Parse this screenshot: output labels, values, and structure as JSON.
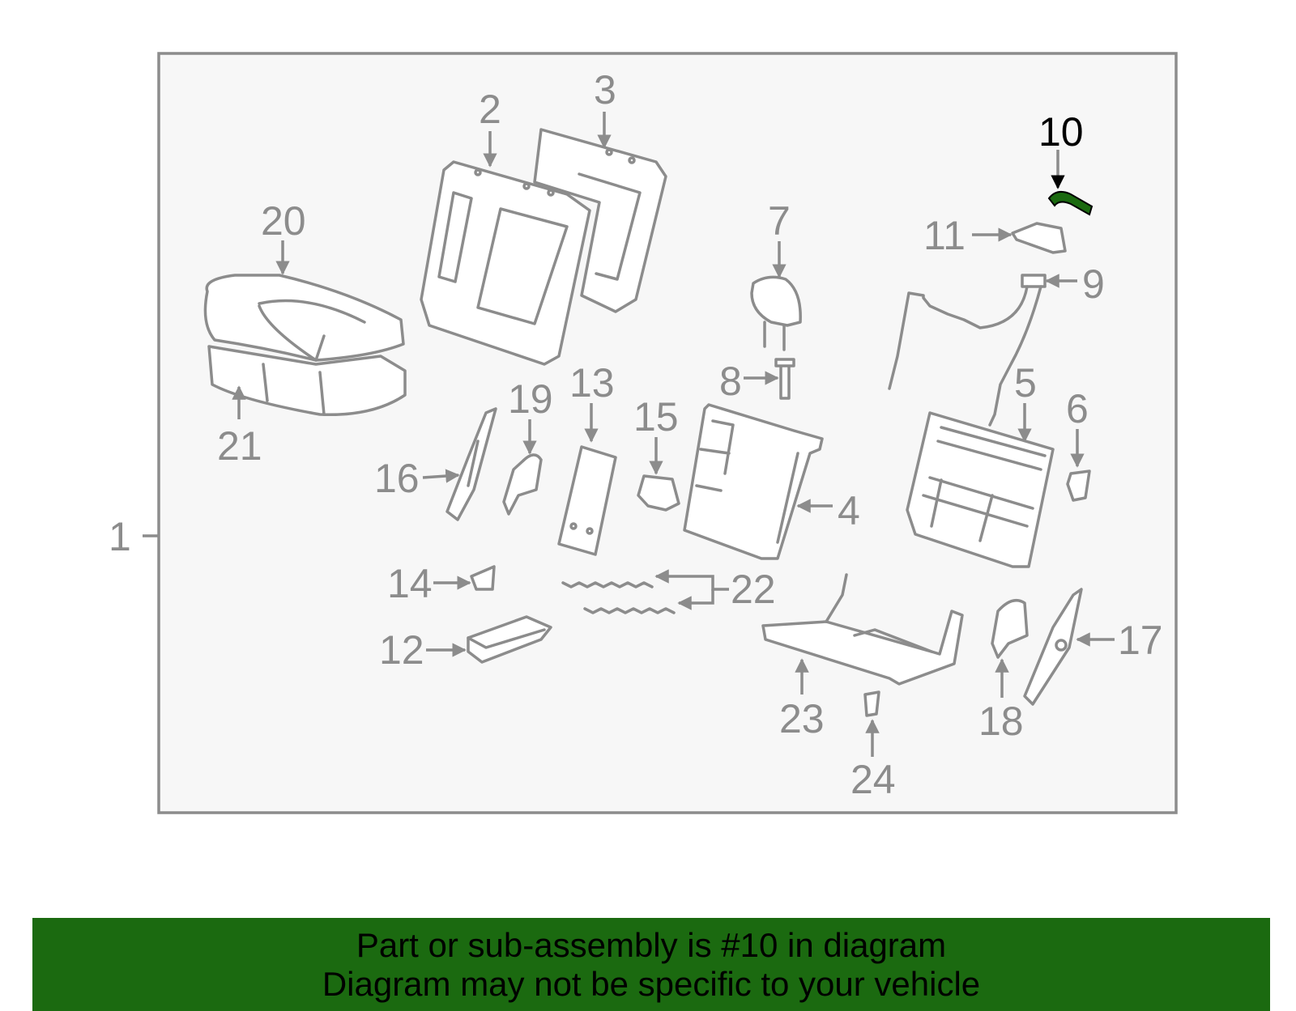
{
  "diagram": {
    "callouts": [
      {
        "id": "1",
        "label": "1"
      },
      {
        "id": "2",
        "label": "2"
      },
      {
        "id": "3",
        "label": "3"
      },
      {
        "id": "4",
        "label": "4"
      },
      {
        "id": "5",
        "label": "5"
      },
      {
        "id": "6",
        "label": "6"
      },
      {
        "id": "7",
        "label": "7"
      },
      {
        "id": "8",
        "label": "8"
      },
      {
        "id": "9",
        "label": "9"
      },
      {
        "id": "10",
        "label": "10",
        "highlighted": true
      },
      {
        "id": "11",
        "label": "11"
      },
      {
        "id": "12",
        "label": "12"
      },
      {
        "id": "13",
        "label": "13"
      },
      {
        "id": "14",
        "label": "14"
      },
      {
        "id": "15",
        "label": "15"
      },
      {
        "id": "16",
        "label": "16"
      },
      {
        "id": "17",
        "label": "17"
      },
      {
        "id": "18",
        "label": "18"
      },
      {
        "id": "19",
        "label": "19"
      },
      {
        "id": "20",
        "label": "20"
      },
      {
        "id": "21",
        "label": "21"
      },
      {
        "id": "22",
        "label": "22"
      },
      {
        "id": "23",
        "label": "23"
      },
      {
        "id": "24",
        "label": "24"
      }
    ],
    "colors": {
      "frame_fill": "#f7f7f7",
      "frame_stroke": "#8c8c8c",
      "parts_stroke": "#8c8c8c",
      "highlight_part": "#1b6a10",
      "highlight_label": "#000000"
    }
  },
  "banner": {
    "line1": "Part or sub-assembly is #10 in diagram",
    "line2": "Diagram may not be specific to your vehicle",
    "background": "#1b6a10"
  }
}
